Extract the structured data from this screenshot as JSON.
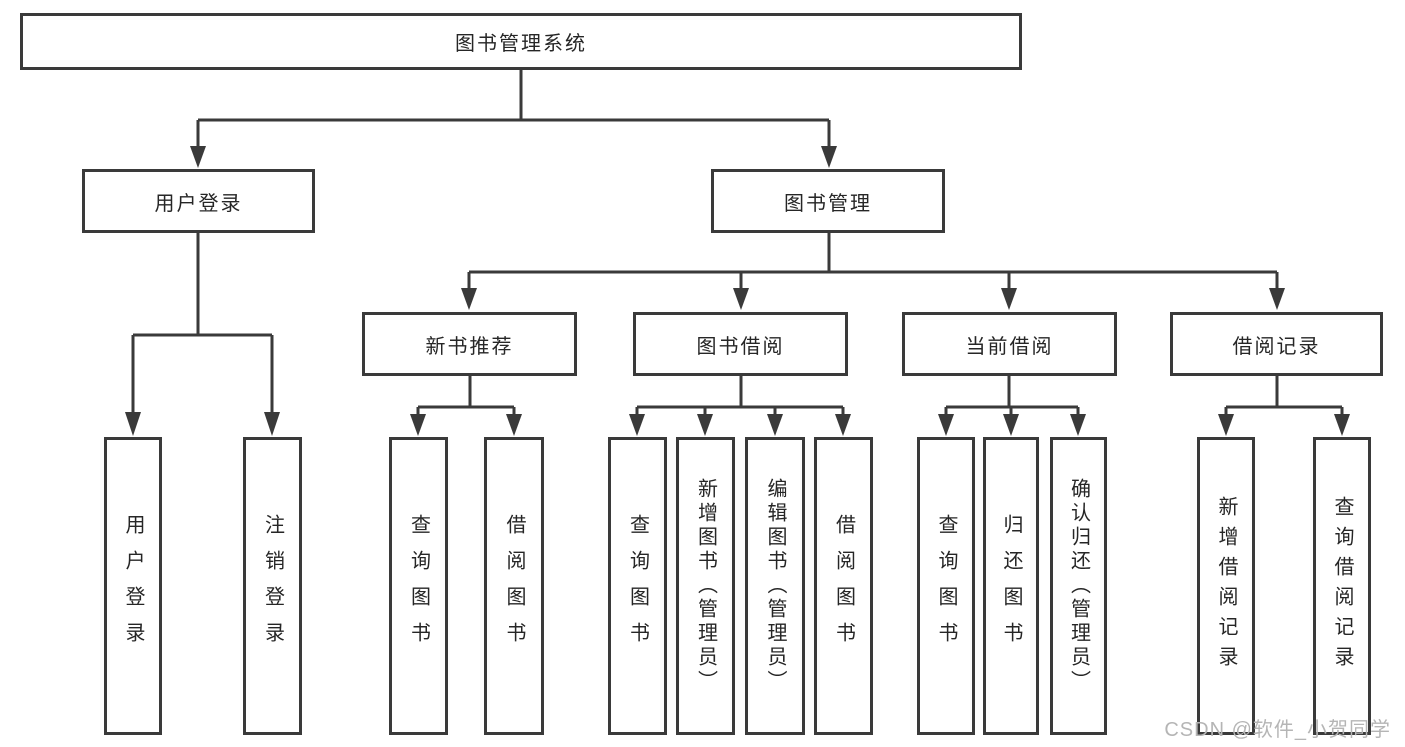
{
  "diagram": {
    "title": "图书管理系统",
    "nodes": {
      "root": {
        "label": "图书管理系统"
      },
      "user_login": {
        "label": "用户登录"
      },
      "book_mgmt": {
        "label": "图书管理"
      },
      "new_books": {
        "label": "新书推荐"
      },
      "book_borrow": {
        "label": "图书借阅"
      },
      "current_borrow": {
        "label": "当前借阅"
      },
      "borrow_records": {
        "label": "借阅记录"
      },
      "leaf_user_login": {
        "label": "用户登录"
      },
      "leaf_logout": {
        "label": "注销登录"
      },
      "leaf_nb_query": {
        "label": "查询图书"
      },
      "leaf_nb_borrow": {
        "label": "借阅图书"
      },
      "leaf_bb_query": {
        "label": "查询图书"
      },
      "leaf_bb_add": {
        "label": "新增图书（管理员）"
      },
      "leaf_bb_edit": {
        "label": "编辑图书（管理员）"
      },
      "leaf_bb_borrow": {
        "label": "借阅图书"
      },
      "leaf_cb_query": {
        "label": "查询图书"
      },
      "leaf_cb_return": {
        "label": "归还图书"
      },
      "leaf_cb_confirm": {
        "label": "确认归还（管理员）"
      },
      "leaf_br_add": {
        "label": "新增借阅记录"
      },
      "leaf_br_query": {
        "label": "查询借阅记录"
      }
    },
    "watermark": "CSDN @软件_小贺同学",
    "colors": {
      "line": "#3a3a3a",
      "box_background": "#ffffff",
      "text": "#262626",
      "watermark_text": "#b5b5b5"
    }
  }
}
